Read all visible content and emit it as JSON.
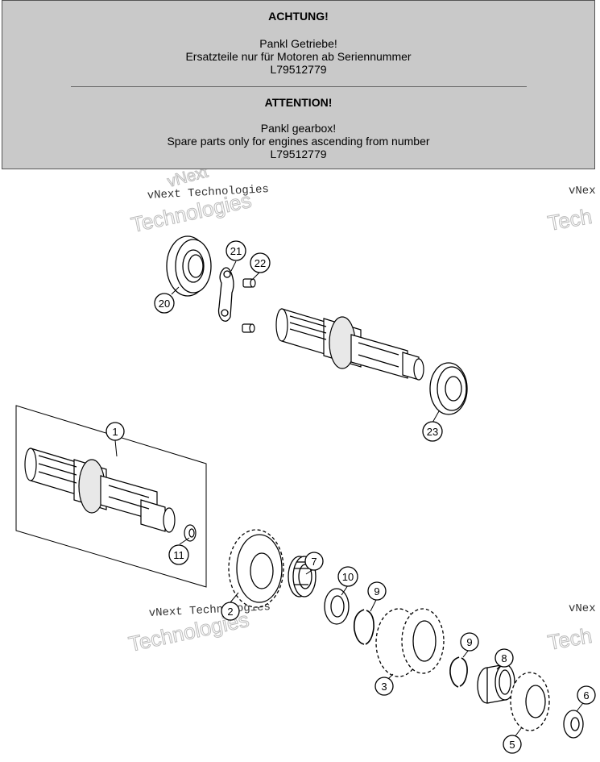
{
  "notice": {
    "de_heading": "ACHTUNG!",
    "de_line1": "Pankl Getriebe!",
    "de_line2": "Ersatzteile nur für Motoren ab Seriennummer",
    "de_line3": "L79512779",
    "en_heading": "ATTENTION!",
    "en_line1": "Pankl gearbox!",
    "en_line2": "Spare parts only for engines ascending from number",
    "en_line3": "L79512779"
  },
  "watermark": {
    "top_a": "vNext",
    "small": "vNext Technologies",
    "big": "Technologies",
    "edge_small": "vNex",
    "edge_big": "Tech"
  },
  "callouts": {
    "c1": "1",
    "c2": "2",
    "c3": "3",
    "c5": "5",
    "c6": "6",
    "c7": "7",
    "c8": "8",
    "c9a": "9",
    "c9b": "9",
    "c10": "10",
    "c11": "11",
    "c20": "20",
    "c21": "21",
    "c22": "22",
    "c23": "23"
  }
}
